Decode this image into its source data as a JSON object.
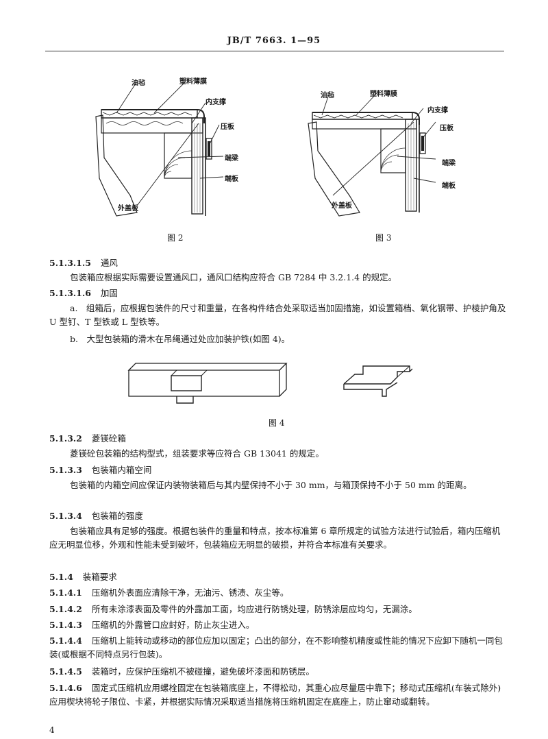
{
  "header": {
    "code": "JB/T 7663. 1—95"
  },
  "figures": {
    "fig2": {
      "caption": "图 2",
      "labels": {
        "lining": "油毡",
        "film": "塑料薄膜",
        "inner_support": "内支撑",
        "press_plate": "压板",
        "end_beam": "端梁",
        "end_plate": "端板",
        "outer_cover": "外盖板"
      }
    },
    "fig3": {
      "caption": "图 3",
      "labels": {
        "lining": "油毡",
        "film": "塑料薄膜",
        "inner_support": "内支撑",
        "press_plate": "压板",
        "end_beam": "端梁",
        "end_plate": "端板",
        "outer_cover": "外盖板"
      }
    },
    "fig4": {
      "caption": "图 4"
    }
  },
  "sections": {
    "s51315": {
      "num": "5.1.3.1.5",
      "title": "通风",
      "body": "包装箱应根据实际需要设置通风口，通风口结构应符合 GB 7284 中 3.2.1.4 的规定。"
    },
    "s51316": {
      "num": "5.1.3.1.6",
      "title": "加固",
      "item_a": "a.　组箱后，应根据包装件的尺寸和重量，在各构件结合处采取适当加固措施，如设置箱档、氧化钢带、护棱护角及 U 型钉、T 型铁或 L 型铁等。",
      "item_b": "b.　大型包装箱的滑木在吊绳通过处应加装护铁(如图 4)。"
    },
    "s5132": {
      "num": "5.1.3.2",
      "title": "菱镁砼箱",
      "body": "菱镁砼包装箱的结构型式，组装要求等应符合 GB 13041 的规定。"
    },
    "s5133": {
      "num": "5.1.3.3",
      "title": "包装箱内箱空间",
      "body": "包装箱的内箱空间应保证内装物装箱后与其内壁保持不小于 30 mm，与箱顶保持不小于 50 mm 的距离。"
    },
    "s5134": {
      "num": "5.1.3.4",
      "title": "包装箱的强度",
      "body": "包装箱应具有足够的强度。根据包装件的重量和特点，按本标准第 6 章所规定的试验方法进行试验后，箱内压缩机应无明显位移，外观和性能未受到破坏，包装箱应无明显的破损，并符合本标准有关要求。"
    },
    "s514": {
      "num": "5.1.4",
      "title": "装箱要求"
    },
    "s5141": {
      "num": "5.1.4.1",
      "body": "压缩机外表面应清除干净，无油污、锈渍、灰尘等。"
    },
    "s5142": {
      "num": "5.1.4.2",
      "body": "所有未涂漆表面及零件的外露加工面，均应进行防锈处理，防锈涂层应均匀，无漏涂。"
    },
    "s5143": {
      "num": "5.1.4.3",
      "body": "压缩机的外露管口应封好，防止灰尘进入。"
    },
    "s5144": {
      "num": "5.1.4.4",
      "body": "压缩机上能转动或移动的部位应加以固定；凸出的部分，在不影响整机精度或性能的情况下应卸下随机一同包装(或根据不同特点另行包装)。"
    },
    "s5145": {
      "num": "5.1.4.5",
      "body": "装箱时，应保护压缩机不被碰撞，避免破坏漆面和防锈层。"
    },
    "s5146": {
      "num": "5.1.4.6",
      "body": "固定式压缩机应用螺栓固定在包装箱底座上，不得松动，其重心应尽量居中靠下；移动式压缩机(车装式除外)应用楔块将轮子限位、卡紧，并根据实际情况采取适当措施将压缩机固定在底座上，防止窜动或翻转。"
    }
  },
  "page_number": "4"
}
